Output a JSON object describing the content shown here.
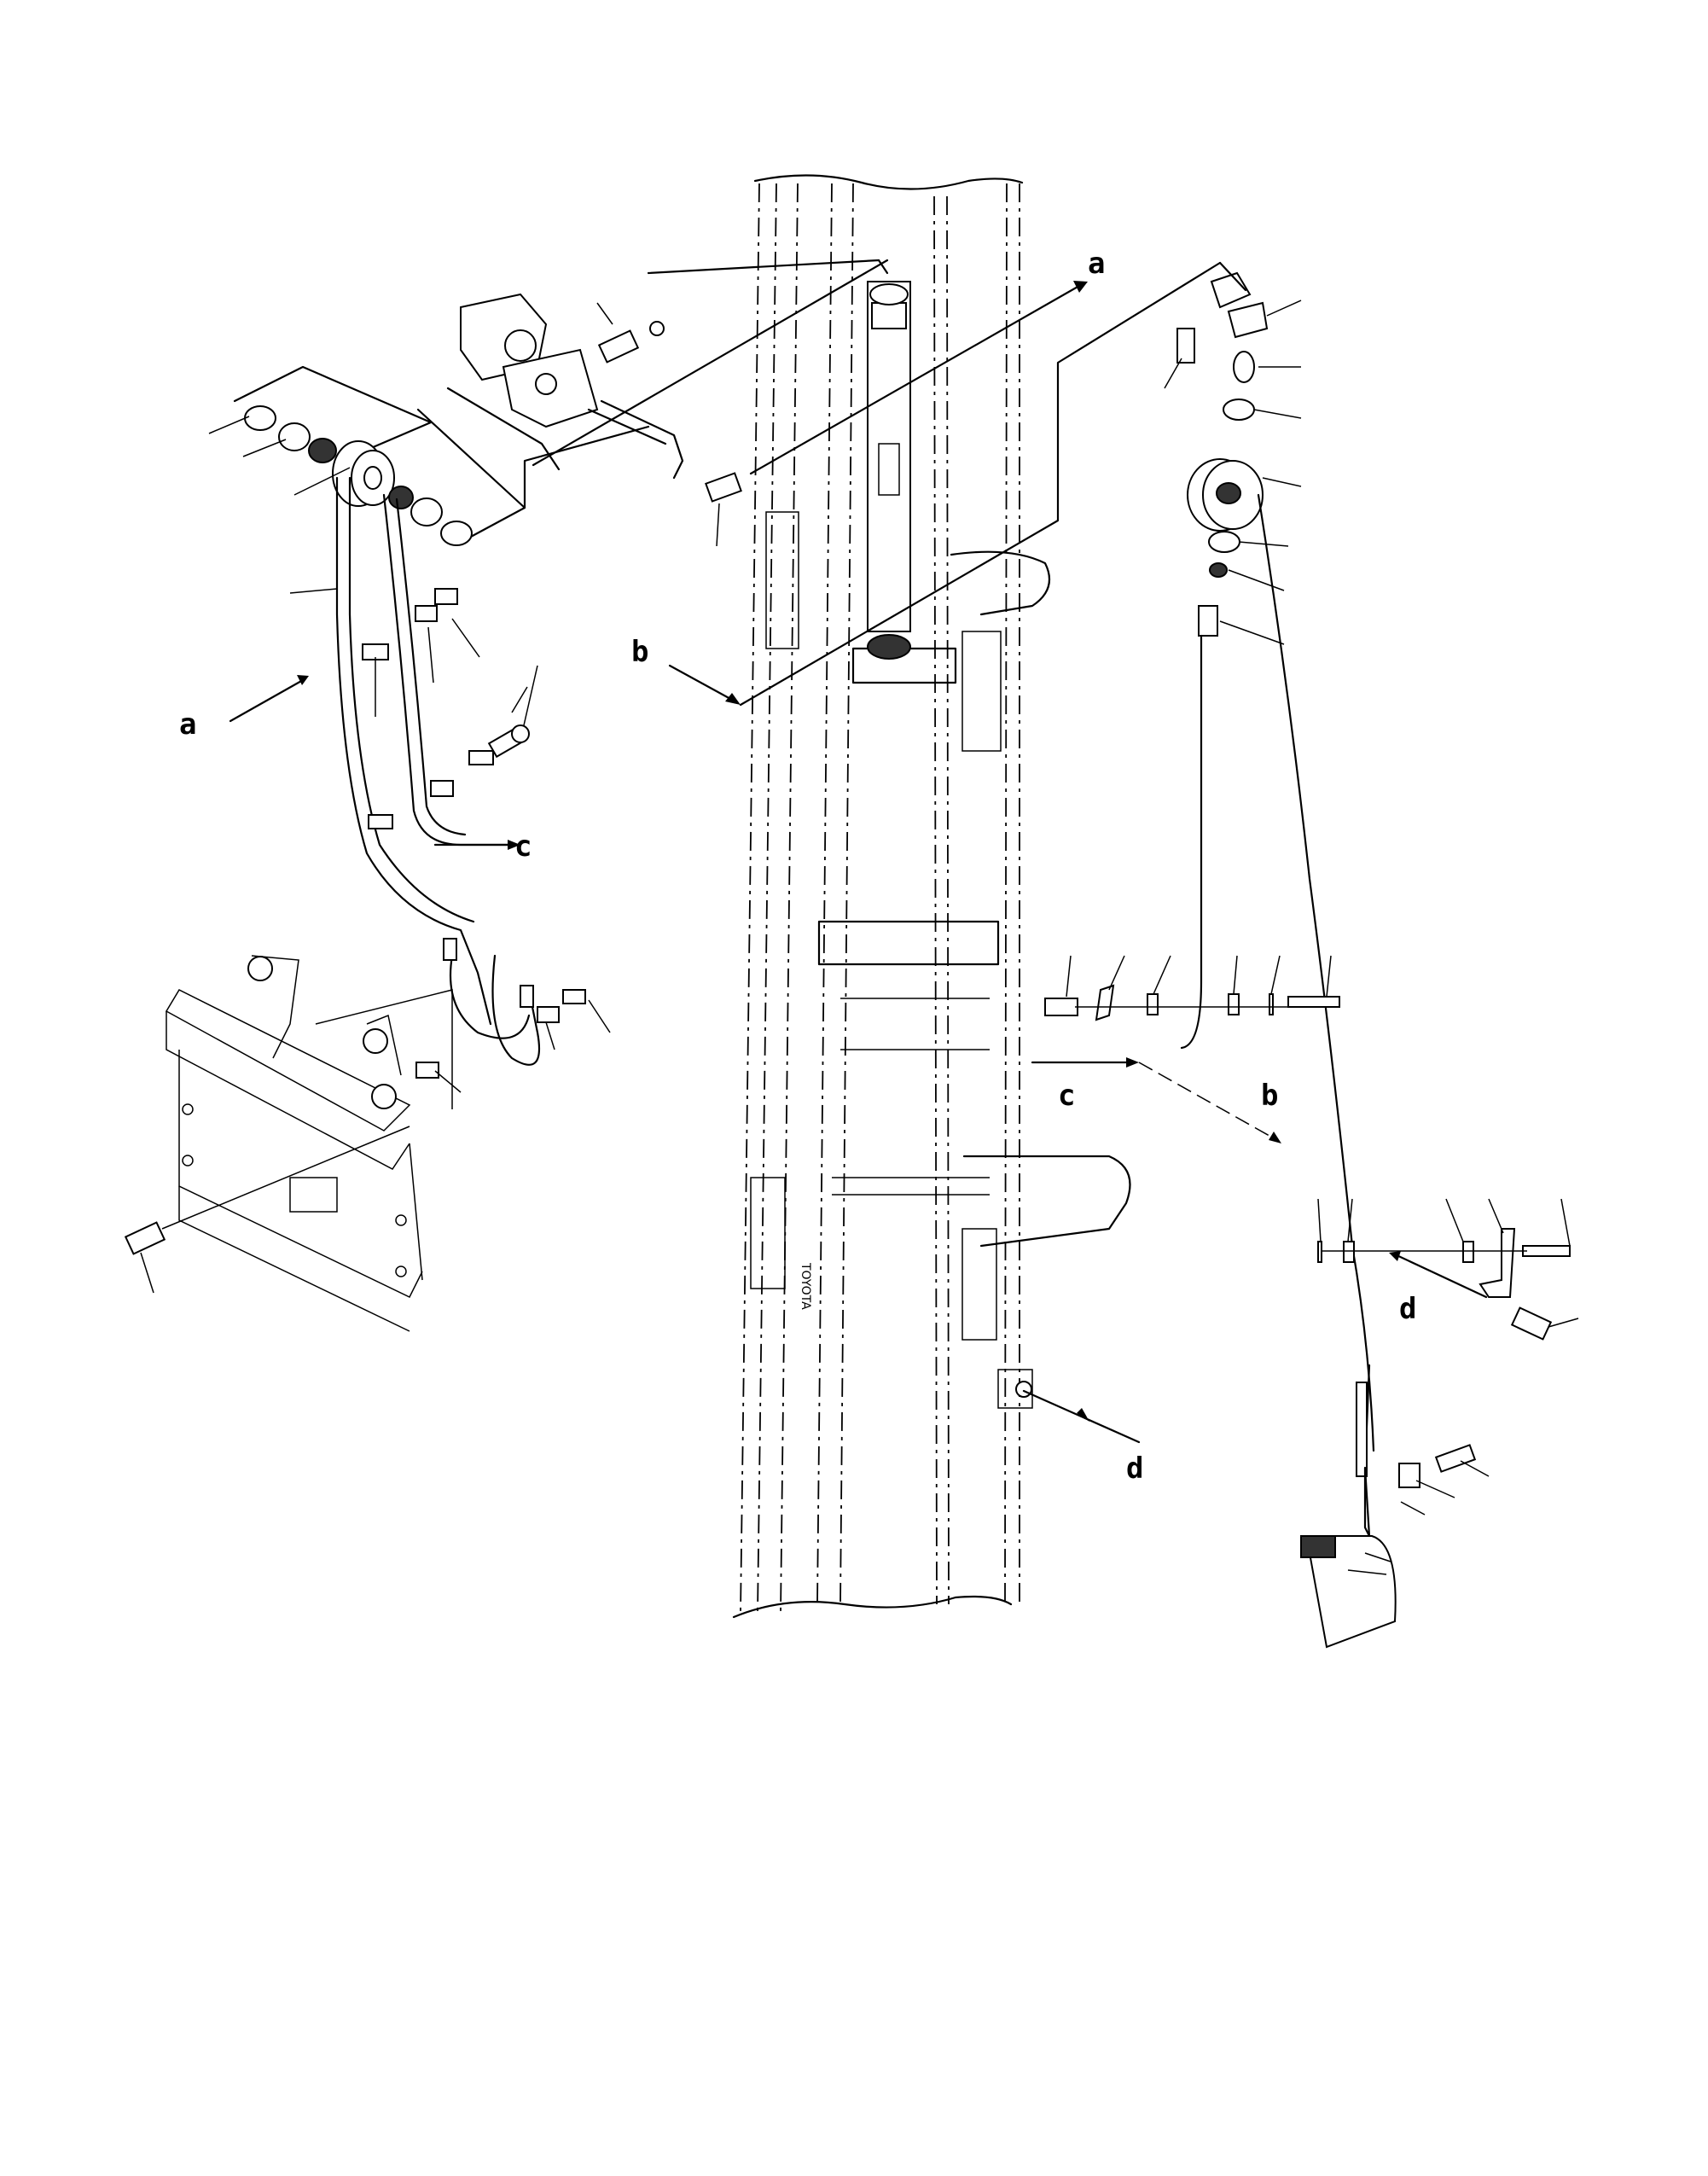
{
  "figure": {
    "labels": {
      "a_top": "a",
      "a_left": "a",
      "b_left": "b",
      "b_right": "b",
      "c_left": "c",
      "c_right": "c",
      "d_mast": "d",
      "d_right": "d"
    }
  }
}
